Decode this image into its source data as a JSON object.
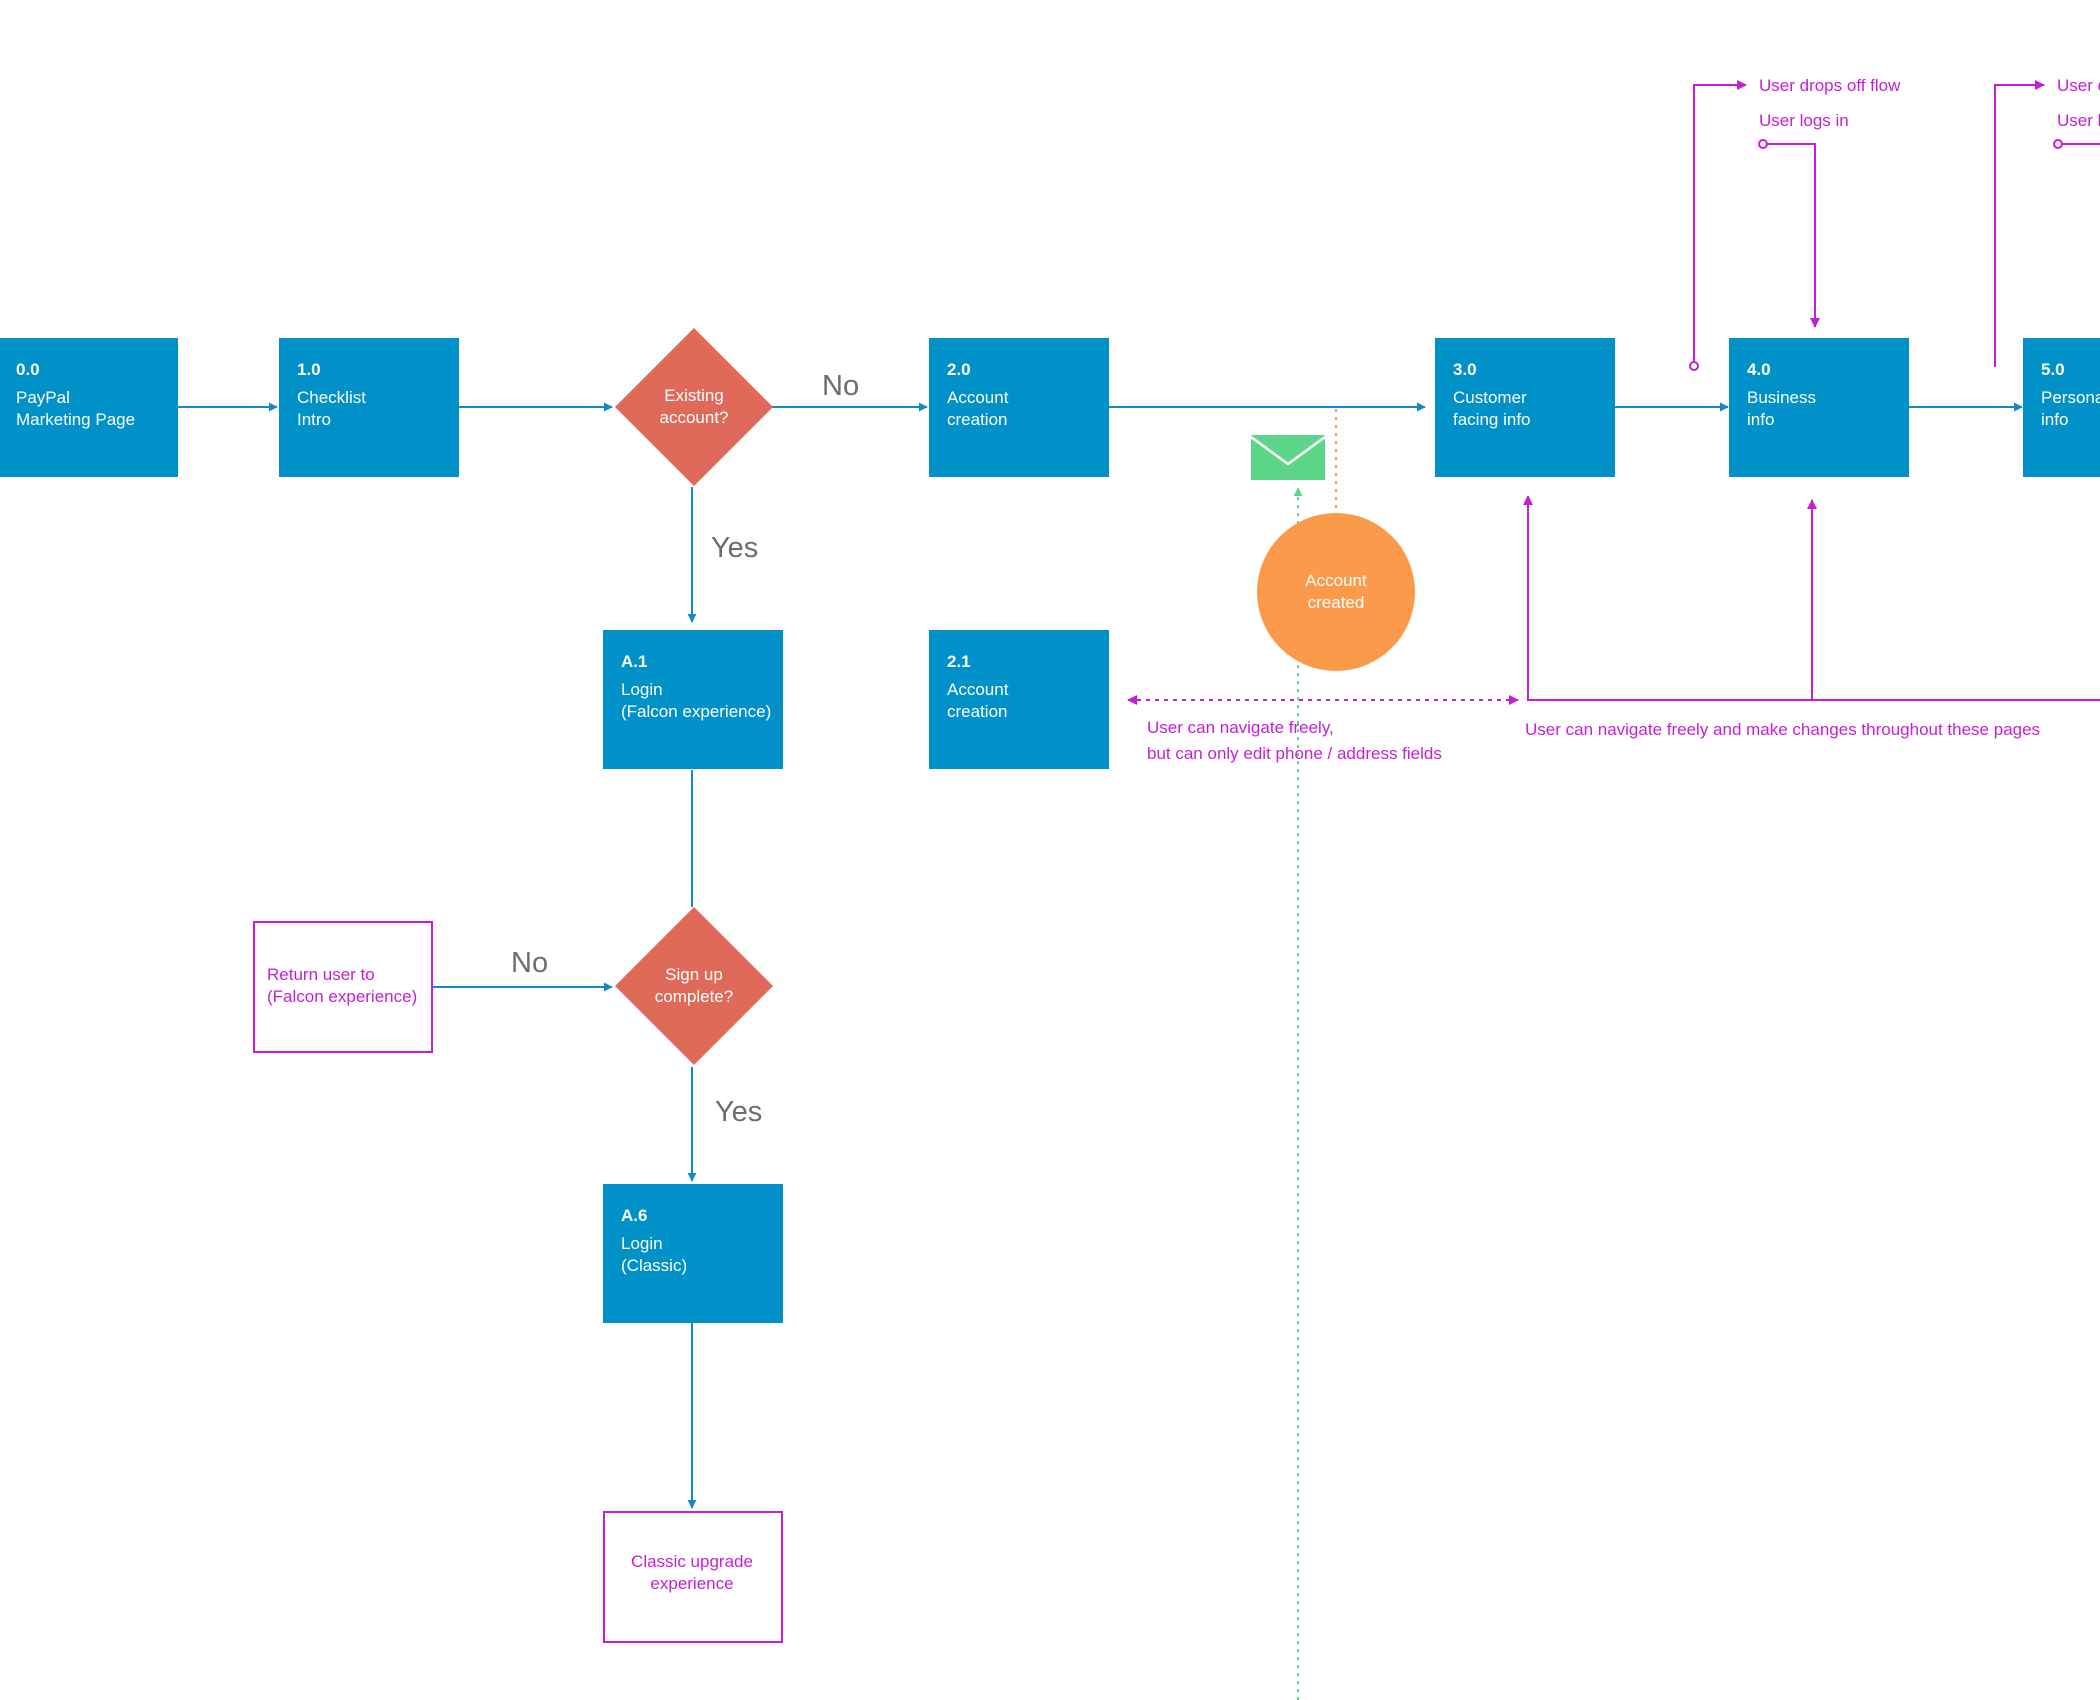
{
  "colors": {
    "process": "#0091c8",
    "decision": "#e06a5a",
    "event": "#fc9a4c",
    "email": "#5ed68a",
    "annotation": "#c51fd6",
    "flow": "#1589c8",
    "edge_label": "#6d6d6d"
  },
  "nodes": {
    "n00": {
      "id": "0.0",
      "line1": "PayPal",
      "line2": "Marketing Page"
    },
    "n10": {
      "id": "1.0",
      "line1": "Checklist",
      "line2": "Intro"
    },
    "n20": {
      "id": "2.0",
      "line1": "Account",
      "line2": "creation"
    },
    "n21": {
      "id": "2.1",
      "line1": "Account",
      "line2": "creation"
    },
    "n30": {
      "id": "3.0",
      "line1": "Customer",
      "line2": "facing info"
    },
    "n40": {
      "id": "4.0",
      "line1": "Business",
      "line2": "info"
    },
    "n50": {
      "id": "5.0",
      "line1": "Personal",
      "line2": "info"
    },
    "nA1": {
      "id": "A.1",
      "line1": "Login",
      "line2": "(Falcon experience)"
    },
    "nA6": {
      "id": "A.6",
      "line1": "Login",
      "line2": "(Classic)"
    }
  },
  "decisions": {
    "existing": {
      "line1": "Existing",
      "line2": "account?"
    },
    "signup": {
      "line1": "Sign up",
      "line2": "complete?"
    }
  },
  "event": {
    "line1": "Account",
    "line2": "created"
  },
  "email_icon": "envelope-icon",
  "outcomes": {
    "return_user": {
      "line1": "Return user to",
      "line2": "(Falcon experience)"
    },
    "classic_upgrade": {
      "line1": "Classic upgrade",
      "line2": "experience"
    }
  },
  "edge_labels": {
    "no_top": "No",
    "yes_top": "Yes",
    "no_bottom": "No",
    "yes_bottom": "Yes"
  },
  "notes": {
    "drops_off_1": "User drops off flow",
    "logs_in_1": "User logs in",
    "drops_off_2": "User drops off flow",
    "logs_in_2": "User logs in",
    "navigate_limited_1": "User can navigate freely,",
    "navigate_limited_2": "but can only edit phone / address fields",
    "navigate_free": "User can navigate freely and make changes throughout these pages"
  }
}
